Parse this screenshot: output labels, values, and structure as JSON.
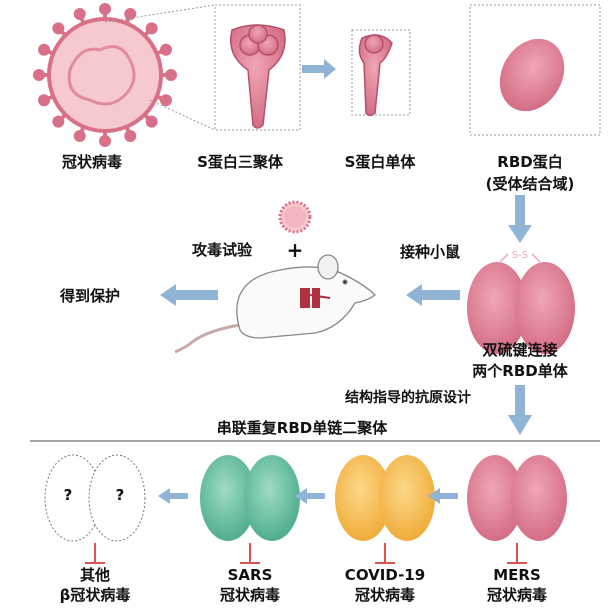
{
  "top_row": {
    "coronavirus": "冠状病毒",
    "s_trimer": "S蛋白三聚体",
    "s_monomer": "S蛋白单体",
    "rbd_protein": "RBD蛋白",
    "rbd_subtitle": "(受体结合域)"
  },
  "middle_row": {
    "disulfide_label": "S-S",
    "dimer_line1": "双硫键连接",
    "dimer_line2": "两个RBD单体",
    "immunize": "接种小鼠",
    "challenge": "攻毒试验",
    "plus": "+",
    "protected": "得到保护"
  },
  "design": {
    "structure_guided": "结构指导的抗原设计",
    "tandem_dimer": "串联重复RBD单链二聚体"
  },
  "bottom_row": [
    {
      "line1": "其他",
      "line2": "β冠状病毒",
      "mark": "?",
      "color": "#ffffff"
    },
    {
      "line1": "SARS",
      "line2": "冠状病毒",
      "color": "#5fb79a"
    },
    {
      "line1": "COVID-19",
      "line2": "冠状病毒",
      "color": "#f2b545"
    },
    {
      "line1": "MERS",
      "line2": "冠状病毒",
      "color": "#d9708a"
    }
  ],
  "colors": {
    "arrow": "#8fb4d6",
    "pink": "#d9708a",
    "inhibit": "#d9534f"
  }
}
